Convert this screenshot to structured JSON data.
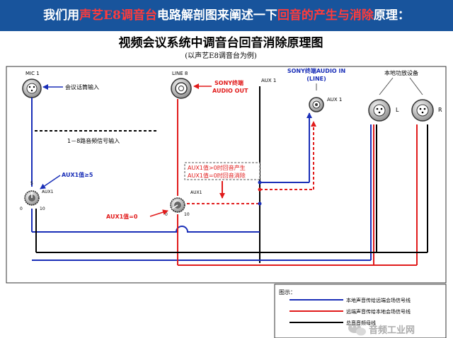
{
  "header": {
    "parts": [
      {
        "text": "我们用",
        "highlight": false
      },
      {
        "text": "声艺E8调音台",
        "highlight": true
      },
      {
        "text": "电路解剖图来阐述一下",
        "highlight": false
      },
      {
        "text": "回音的产生与消除",
        "highlight": true
      },
      {
        "text": "原理：",
        "highlight": false
      }
    ]
  },
  "diagram": {
    "title": "视频会议系统中调音台回音消除原理图",
    "subtitle": "(以声艺E8调音台为例)",
    "mic_label": "MIC 1",
    "mic_input_label": "会议话筒输入",
    "line_label": "LINE 8",
    "sony_out_line1": "SONY终端",
    "sony_out_line2": "AUDIO OUT",
    "aux_bus_label": "AUX 1",
    "sony_in_line1": "SONY终端AUDIO IN",
    "sony_in_line2": "(LINE)",
    "aux_out_label": "AUX 1",
    "local_amp_label": "本地功放设备",
    "left_label": "L",
    "right_label": "R",
    "channels_label": "1－8路音频信号输入",
    "aux_knob1_value": "AUX1值≥5",
    "knob1_label": "AUX1",
    "knob1_min": "0",
    "knob1_max": "10",
    "knob2_label": "AUX1",
    "knob2_min": "0",
    "knob2_max": "10",
    "aux_note_line1": "AUX1值>0时回音产生",
    "aux_note_line2": "AUX1值=0时回音消除",
    "aux_knob2_value": "AUX1值=0",
    "legend_title": "图示：",
    "legend_items": [
      {
        "label": "本地声音传给远端会场信号线",
        "color": "#1a2fb8"
      },
      {
        "label": "远端声音传给本地会场信号线",
        "color": "#e11b1b"
      },
      {
        "label": "总音音频母线",
        "color": "#000000"
      }
    ],
    "watermark": "音频工业网"
  }
}
